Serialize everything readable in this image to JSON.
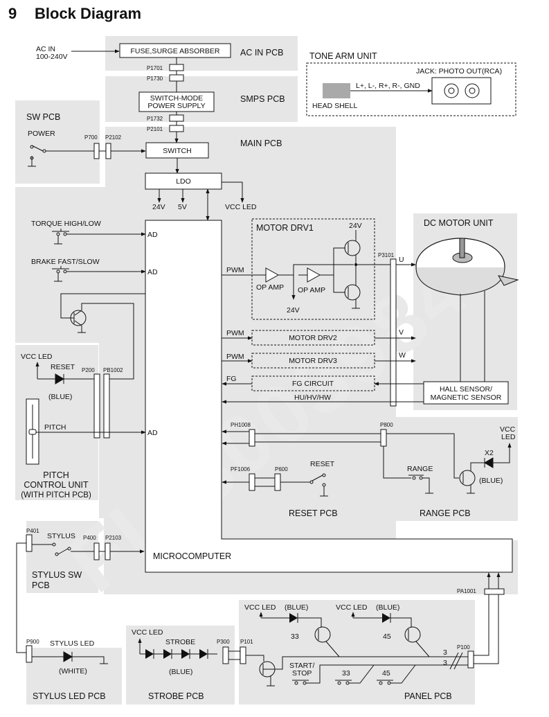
{
  "page": {
    "section_number": "9",
    "title": "Block Diagram",
    "watermark": "FL-3003984"
  },
  "pcbs": {
    "ac_in": "AC IN PCB",
    "smps": "SMPS PCB",
    "sw": "SW PCB",
    "main": "MAIN PCB",
    "tone_arm": "TONE ARM UNIT",
    "dc_motor": "DC MOTOR UNIT",
    "pitch_control_lines": [
      "PITCH",
      "CONTROL UNIT",
      "(WITH PITCH PCB)"
    ],
    "stylus_sw_lines": [
      "STYLUS SW",
      "PCB"
    ],
    "reset": "RESET PCB",
    "range": "RANGE PCB",
    "stylus_led": "STYLUS LED PCB",
    "strobe": "STROBE PCB",
    "panel": "PANEL PCB"
  },
  "blocks": {
    "fuse": "FUSE,SURGE ABSORBER",
    "smps_lines": [
      "SWITCH-MODE",
      "POWER SUPPLY"
    ],
    "switch": "SWITCH",
    "ldo": "LDO",
    "motor_drv1": "MOTOR DRV1",
    "motor_drv2": "MOTOR DRV2",
    "motor_drv3": "MOTOR DRV3",
    "fg_circuit": "FG CIRCUIT",
    "hall_lines": [
      "HALL SENSOR/",
      "MAGNETIC SENSOR"
    ],
    "microcomputer": "MICROCOMPUTER",
    "head_shell": "HEAD SHELL",
    "jack": "JACK: PHOTO OUT(RCA)"
  },
  "labels": {
    "ac_in_lines": [
      "AC IN",
      "100-240V"
    ],
    "power": "POWER",
    "torque": "TORQUE HIGH/LOW",
    "brake": "BRAKE FAST/SLOW",
    "ad": "AD",
    "pwm": "PWM",
    "fg": "FG",
    "op_amp": "OP AMP",
    "v24": "24V",
    "v5": "5V",
    "vcc_led": "VCC LED",
    "vcc": "VCC",
    "led": "LED",
    "reset": "RESET",
    "blue_paren": "(BLUE)",
    "pitch": "PITCH",
    "hu_hv_hw": "HU/HV/HW",
    "u": "U",
    "v": "V",
    "w": "W",
    "tone_signals": "L+, L-, R+, R-, GND",
    "range": "RANGE",
    "x2": "X2",
    "stylus": "STYLUS",
    "stylus_led": "STYLUS LED",
    "white_paren": "(WHITE)",
    "strobe": "STROBE",
    "start_stop_lines": [
      "START/",
      "STOP"
    ],
    "n33": "33",
    "n45": "45",
    "n3": "3"
  },
  "connectors": {
    "p1701": "P1701",
    "p1730": "P1730",
    "p1732": "P1732",
    "p2101": "P2101",
    "p700": "P700",
    "p2102": "P2102",
    "p3101": "P3101",
    "p200": "P200",
    "pb1002": "PB1002",
    "ph1008": "PH1008",
    "p800": "P800",
    "pf1006": "PF1006",
    "p600": "P600",
    "p401": "P401",
    "p400": "P400",
    "p2103": "P2103",
    "pa1001": "PA1001",
    "p900": "P900",
    "p300": "P300",
    "p101": "P101",
    "p100": "P100"
  }
}
